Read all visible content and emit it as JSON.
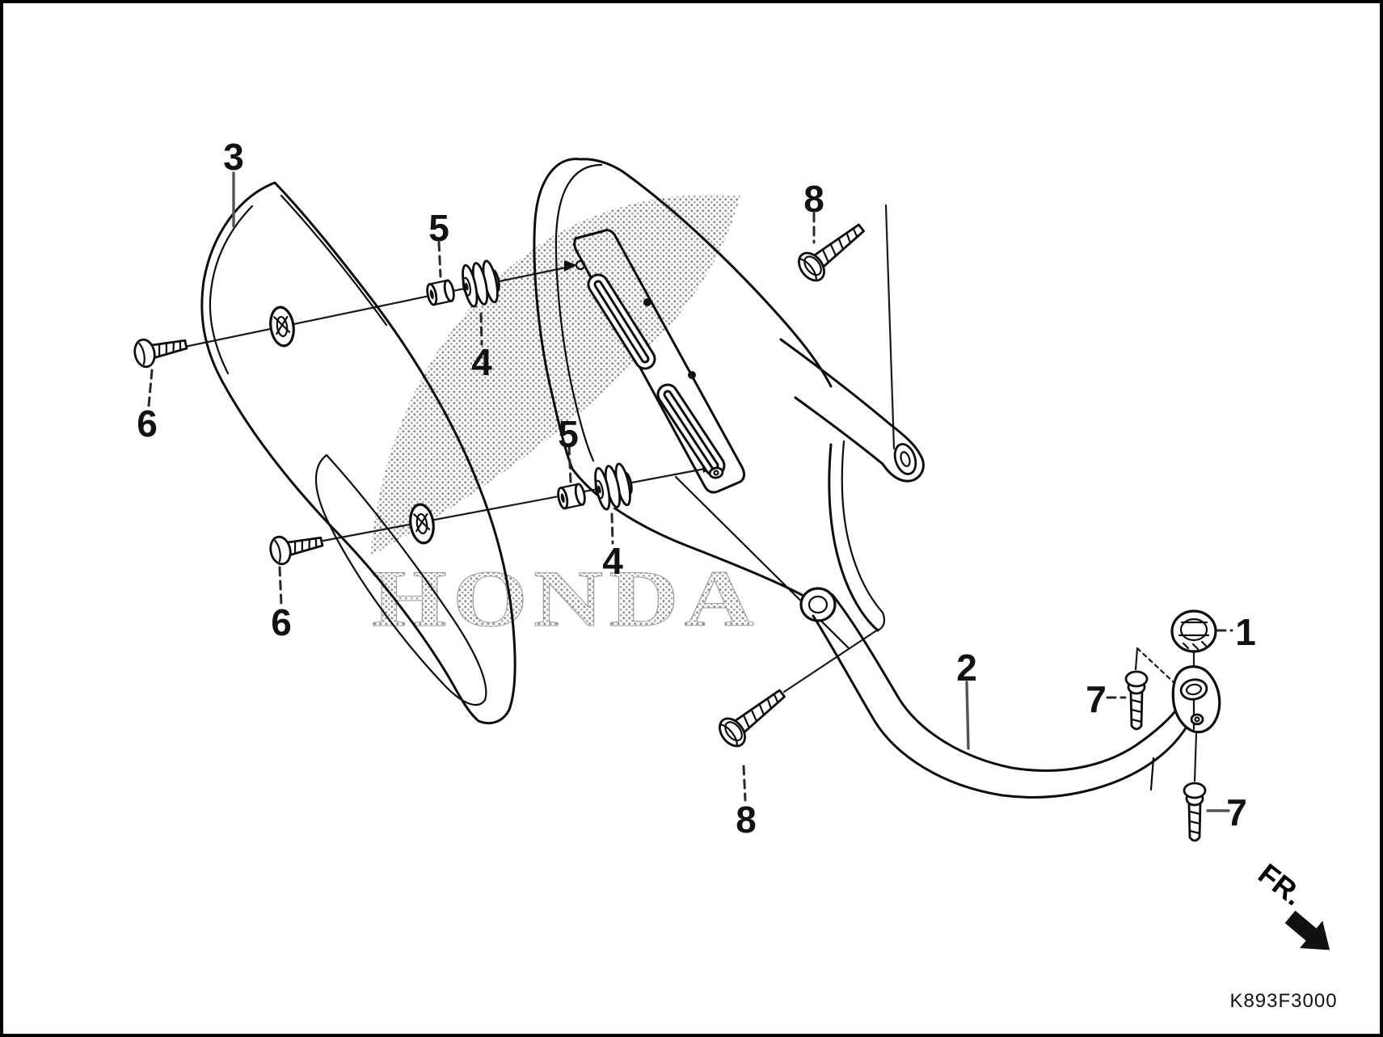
{
  "diagram": {
    "part_code": "K893F3000",
    "direction_label": "FR.",
    "watermark": "HONDA",
    "background_color": "#ffffff",
    "line_color": "#0d0d0d",
    "watermark_dot_color": "#8d8d8d",
    "callouts": {
      "c3": "3",
      "c5_upper": "5",
      "c4_upper": "4",
      "c8_upper": "8",
      "c6_upper": "6",
      "c5_lower": "5",
      "c4_lower": "4",
      "c6_lower": "6",
      "c8_lower": "8",
      "c2": "2",
      "c1": "1",
      "c7_left": "7",
      "c7_right": "7"
    }
  }
}
